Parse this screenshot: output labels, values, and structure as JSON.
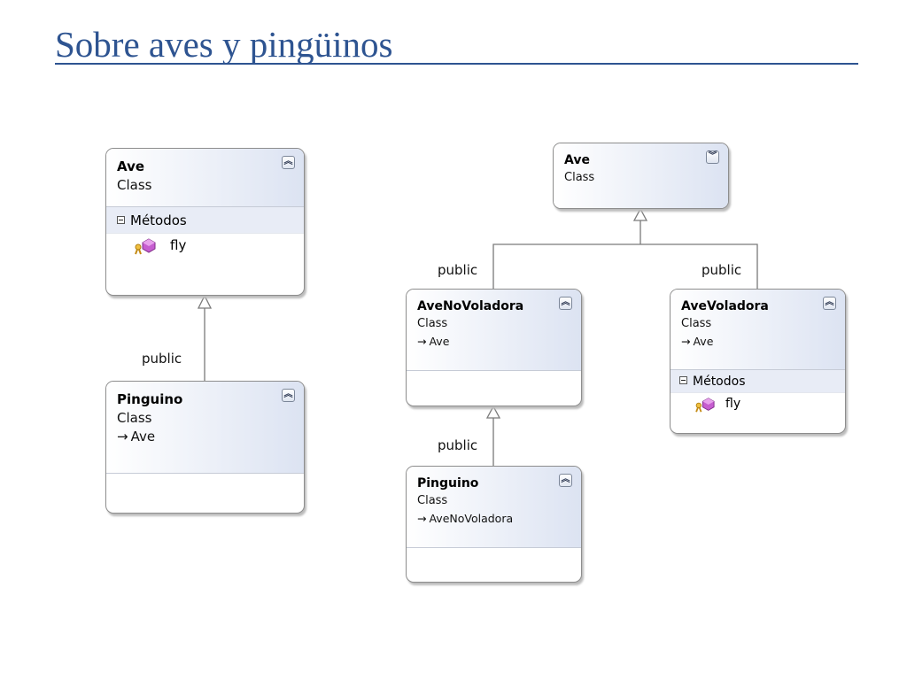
{
  "slide": {
    "title": "Sobre aves y pingüinos"
  },
  "left_diagram": {
    "ave": {
      "name": "Ave",
      "kind": "Class",
      "section": "Métodos",
      "method": "fly"
    },
    "pinguino": {
      "name": "Pinguino",
      "kind": "Class",
      "base": "Ave"
    },
    "inheritance_label": "public"
  },
  "right_diagram": {
    "ave": {
      "name": "Ave",
      "kind": "Class"
    },
    "ave_no_voladora": {
      "name": "AveNoVoladora",
      "kind": "Class",
      "base": "Ave"
    },
    "ave_voladora": {
      "name": "AveVoladora",
      "kind": "Class",
      "base": "Ave",
      "section": "Métodos",
      "method": "fly"
    },
    "pinguino": {
      "name": "Pinguino",
      "kind": "Class",
      "base": "AveNoVoladora"
    },
    "label_left": "public",
    "label_right": "public",
    "label_bottom": "public"
  },
  "icons": {
    "base_arrow": "inherits-arrow-icon",
    "method": "method-icon",
    "collapse": "collapse-chevron-icon",
    "expand": "expand-chevron-icon"
  },
  "colors": {
    "title": "#2e5491",
    "header_gradient_end": "#dce3f2",
    "compartment": "#e8ecf6",
    "border": "#8d8d8d"
  }
}
